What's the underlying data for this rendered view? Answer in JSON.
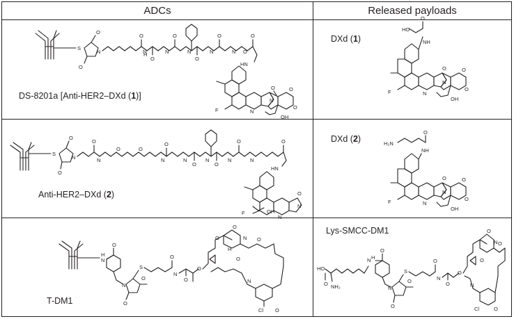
{
  "headers": {
    "adcs": "ADCs",
    "payloads": "Released payloads"
  },
  "rows": [
    {
      "adc": {
        "prefix": "DS-8201a [Anti-HER2–DXd (",
        "num": "1",
        "suffix": ")]"
      },
      "payload": {
        "prefix": "DXd (",
        "num": "1",
        "suffix": ")"
      }
    },
    {
      "adc": {
        "prefix": "Anti-HER2–DXd (",
        "num": "2",
        "suffix": ")"
      },
      "payload": {
        "prefix": "DXd (",
        "num": "2",
        "suffix": ")"
      }
    },
    {
      "adc": {
        "prefix": "T-DM1",
        "num": "",
        "suffix": ""
      },
      "payload": {
        "prefix": "Lys-SMCC-DM1",
        "num": "",
        "suffix": ""
      }
    }
  ],
  "atoms": {
    "O": "O",
    "N": "N",
    "H": "H",
    "F": "F",
    "S": "S",
    "Cl": "Cl",
    "OH": "OH",
    "HO": "HO",
    "NH": "NH",
    "HN": "HN",
    "NH2": "NH₂",
    "H2N": "H₂N"
  }
}
